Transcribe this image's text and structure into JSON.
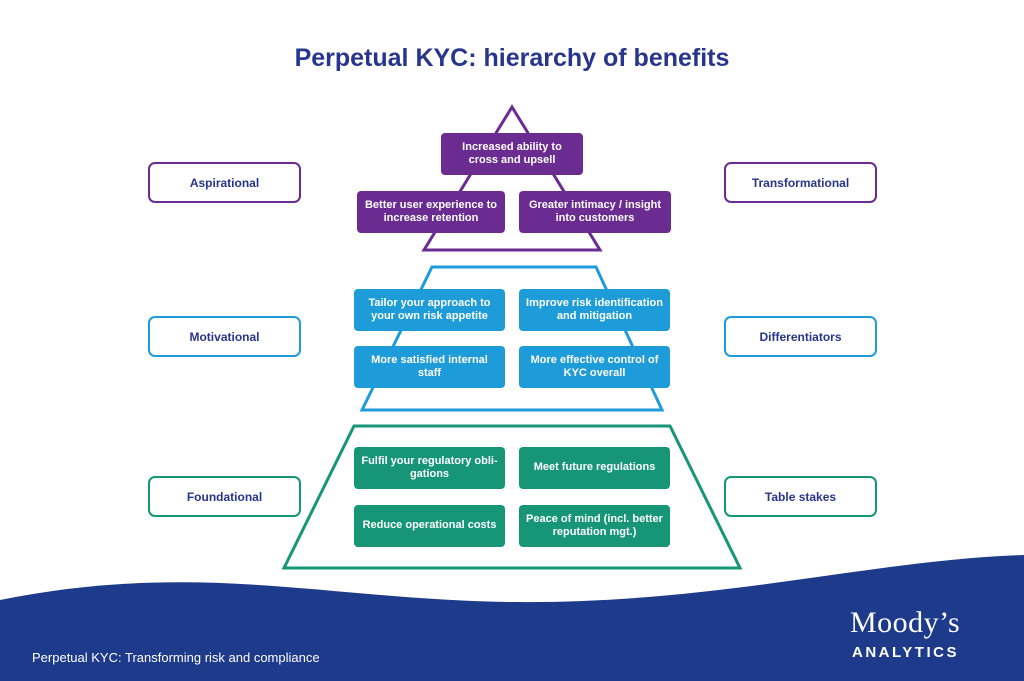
{
  "title": "Perpetual KYC: hierarchy of benefits",
  "colors": {
    "title": "#27358d",
    "purple": "#6a2c91",
    "blue": "#1e9cd9",
    "green": "#169677",
    "footer": "#1e3a8a"
  },
  "tiers": {
    "top": {
      "left_label": "Aspirational",
      "right_label": "Transformational",
      "boxes": [
        "Increased ability to cross and upsell",
        "Better user experience to increase retention",
        "Greater intimacy / insight into customers"
      ]
    },
    "middle": {
      "left_label": "Motivational",
      "right_label": "Differentiators",
      "boxes": [
        "Tailor your approach to your own risk appetite",
        "Improve risk identification and mitigation",
        "More satisfied internal staff",
        "More effective control of KYC overall"
      ]
    },
    "bottom": {
      "left_label": "Foundational",
      "right_label": "Table stakes",
      "boxes": [
        "Fulfil your regulatory obli-gations",
        "Meet future regulations",
        "Reduce operational costs",
        "Peace of mind (incl. better reputation mgt.)"
      ]
    }
  },
  "footer": {
    "text": "Perpetual KYC: Transforming risk and compliance",
    "logo_main": "Moody’s",
    "logo_sub": "ANALYTICS"
  }
}
